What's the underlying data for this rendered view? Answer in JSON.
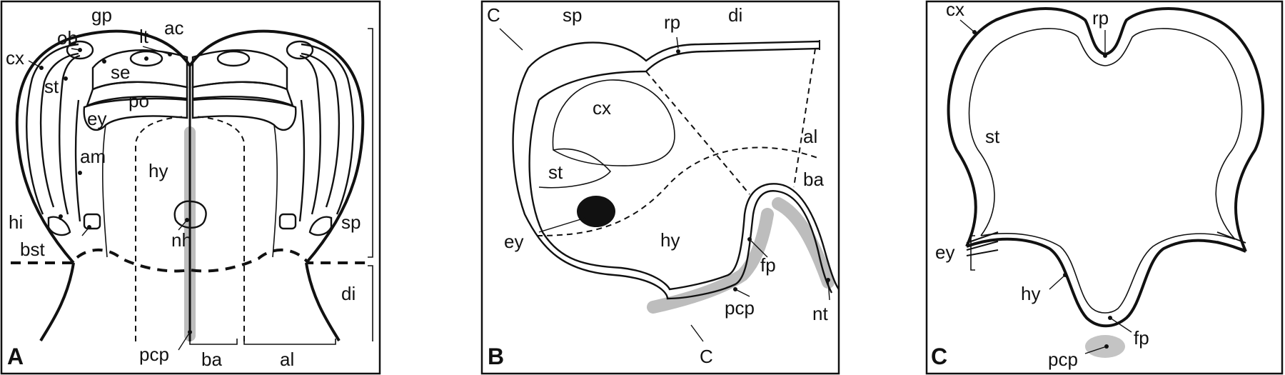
{
  "panels": [
    {
      "id": "A",
      "letter": "A",
      "labels": {
        "ob": "ob",
        "gp": "gp",
        "lt": "lt",
        "ac": "ac",
        "se": "se",
        "cx": "cx",
        "st": "st",
        "po": "po",
        "ey": "ey",
        "am": "am",
        "hy": "hy",
        "hi": "hi",
        "nh": "nh",
        "bst": "bst",
        "pcp": "pcp",
        "ba": "ba",
        "al": "al",
        "sp": "sp",
        "di": "di"
      }
    },
    {
      "id": "B",
      "letter": "B",
      "labels": {
        "C_top": "C",
        "C_bottom": "C",
        "sp": "sp",
        "rp": "rp",
        "di": "di",
        "cx": "cx",
        "al": "al",
        "ba": "ba",
        "st": "st",
        "ey": "ey",
        "hy": "hy",
        "fp": "fp",
        "pcp": "pcp",
        "nt": "nt"
      }
    },
    {
      "id": "C",
      "letter": "C",
      "labels": {
        "cx": "cx",
        "rp": "rp",
        "st": "st",
        "ey": "ey",
        "hy": "hy",
        "fp": "fp",
        "pcp": "pcp"
      }
    }
  ]
}
